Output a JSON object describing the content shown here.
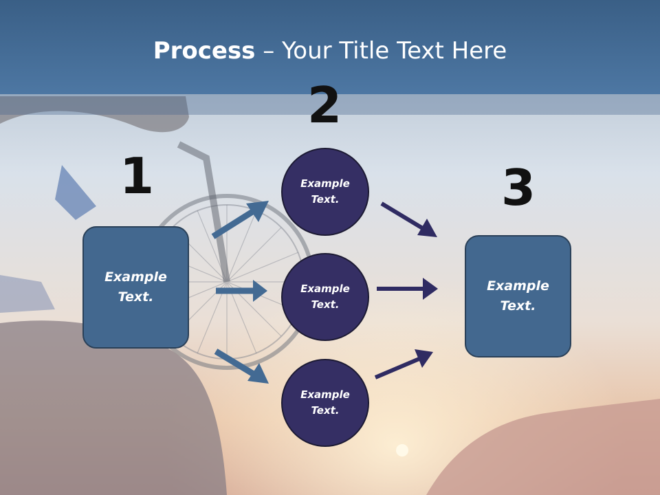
{
  "title": {
    "bold": "Process",
    "rest": " – Your Title Text Here"
  },
  "steps": {
    "one": "1",
    "two": "2",
    "three": "3"
  },
  "left_box": {
    "text": "Example\nText."
  },
  "right_box": {
    "text": "Example\nText."
  },
  "circles": [
    {
      "text": "Example\nText."
    },
    {
      "text": "Example\nText."
    },
    {
      "text": "Example\nText."
    }
  ],
  "colors": {
    "header": "#4a72a0",
    "box_fill": "#43688f",
    "circle_fill": "#352f64",
    "arrow_blue": "#436a93",
    "arrow_navy": "#2f2b62"
  }
}
